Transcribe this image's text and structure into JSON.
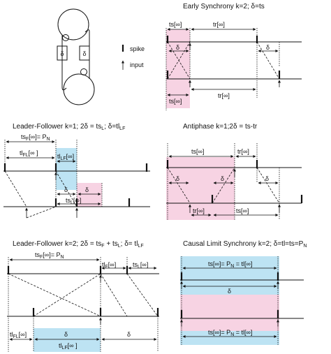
{
  "legend": {
    "spike": "spike",
    "input": "input"
  },
  "panels": {
    "early_sync": {
      "title": "Early Synchrony k=2; δ=ts",
      "ts_top": "ts[∞]",
      "tr_top": "tr[∞]",
      "delta_a": "δ",
      "delta_b": "δ",
      "tr_bot": "tr[∞]",
      "ts_bot": "ts[∞]"
    },
    "leader_follower_1": {
      "title": "Leader-Follower k=1; 2δ = ts",
      "title_sub1": "L",
      "title_mid": "; δ=tl",
      "title_sub2": "LF",
      "tsf_main": "ts",
      "tsf_sub": "F",
      "tsf_rest": "[∞]= P",
      "tsf_sub2": "N",
      "tlfl_main": "tl",
      "tlfl_sub": "FL",
      "tlfl_rest": "[∞ ]",
      "tllf_main": "tl",
      "tllf_sub": "LF",
      "tllf_rest": "[∞]",
      "delta_a": "δ",
      "delta_b": "δ",
      "tsl_main": "ts",
      "tsl_sub": "L",
      "tsl_rest": "[∞]"
    },
    "antiphase": {
      "title": "Antiphase k=1;2δ = ts-tr",
      "ts_top": "ts[∞]",
      "tr_top": "tr[∞]",
      "delta_a": "δ",
      "delta_b": "δ",
      "delta_c": "δ",
      "tr_bot": "tr[∞]",
      "ts_bot": "ts[∞]"
    },
    "leader_follower_2": {
      "title": "Leader-Follower k=2; 2δ = ts",
      "title_sub1": "F",
      "title_mid": " + ts",
      "title_sub2": "L",
      "title_mid2": "; δ= tl",
      "title_sub3": "LF",
      "tsf_main": "ts",
      "tsf_sub": "F",
      "tsf_rest": "[∞]= P",
      "tsf_sub2": "N",
      "tlf_main": "tl",
      "tlf_sub": "F",
      "tlf_rest": "[∞]",
      "tsl_main": "ts",
      "tsl_sub": "L",
      "tsl_rest": "[∞]",
      "tlfl_main": "tl",
      "tlfl_sub": "FL",
      "tlfl_rest": "[∞]",
      "delta_a": "δ",
      "delta_b": "δ",
      "tllf_main": "tl",
      "tllf_sub": "LF",
      "tllf_rest": "[∞ ]"
    },
    "causal_limit": {
      "title": "Causal Limit Synchrony k=2; δ=tl=ts=P",
      "title_sub": "N",
      "top_main": "ts[∞]= P",
      "top_sub": "N",
      "top_rest": " = tl[∞]",
      "delta": "δ",
      "bot_main": "ts[∞]= P",
      "bot_sub": "N",
      "bot_rest": " = tl[∞]"
    },
    "circuit": {
      "delta_left": "δ",
      "delta_right": "δ"
    }
  }
}
